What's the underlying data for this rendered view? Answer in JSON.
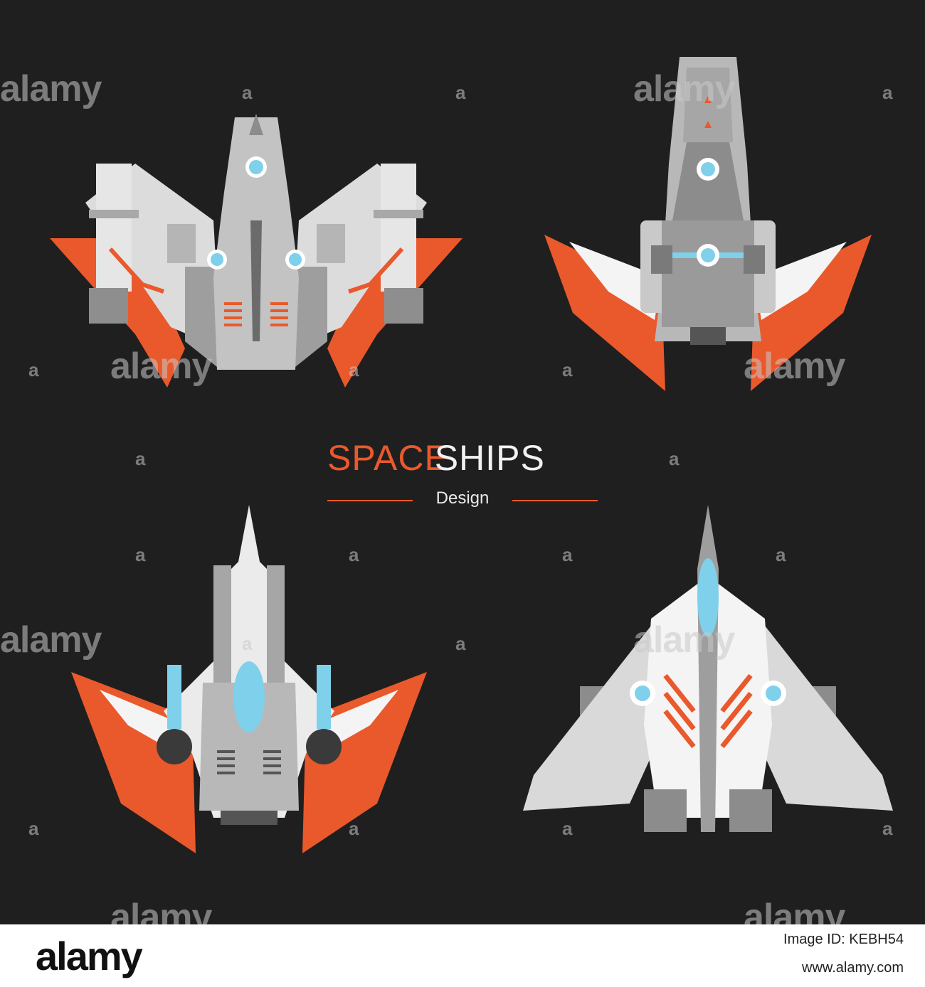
{
  "title": {
    "part1": "SPACE",
    "part2": "SHIPS",
    "subtitle": "Design"
  },
  "watermark": {
    "word": "alamy",
    "letter": "a"
  },
  "footer": {
    "logo": "alamy",
    "image_id": "Image ID: KEBH54",
    "site": "www.alamy.com"
  },
  "colors": {
    "background": "#1f1f1f",
    "accent": "#e9592c",
    "hull_light": "#d9d9d9",
    "hull_mid": "#a9a9a9",
    "hull_dark": "#777777",
    "white": "#f4f4f4",
    "glass": "#7fd0ea"
  }
}
